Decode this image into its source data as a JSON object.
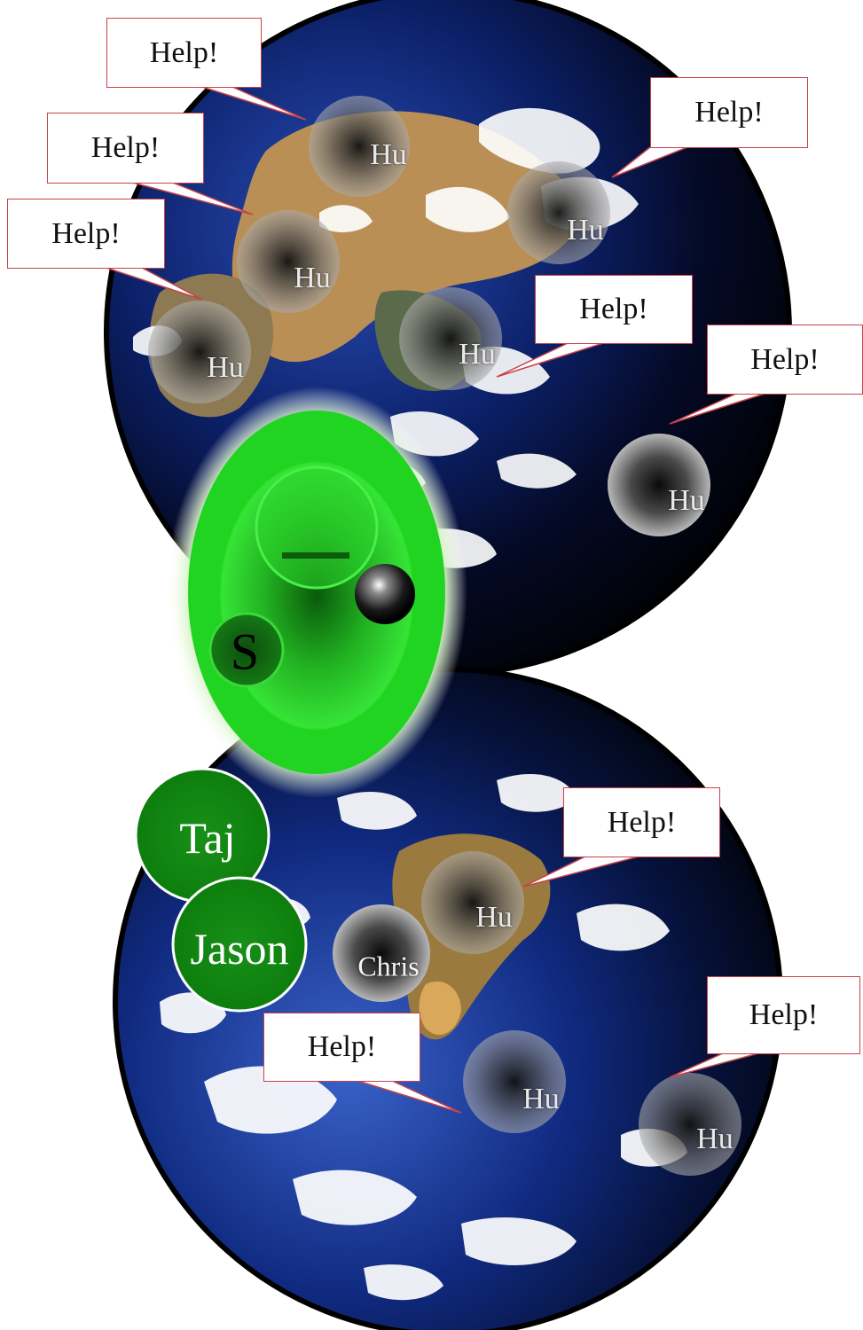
{
  "bubble_text": "Help!",
  "figures": {
    "hu": "Hu",
    "chris": "Chris",
    "taj": "Taj",
    "jason": "Jason",
    "s": "S"
  },
  "colors": {
    "ocean": "#0d2a7a",
    "space": "#000000",
    "land": "#c9a56a",
    "cloud": "#ffffff",
    "green": "#22c922",
    "bubble_border": "#c7424a"
  }
}
